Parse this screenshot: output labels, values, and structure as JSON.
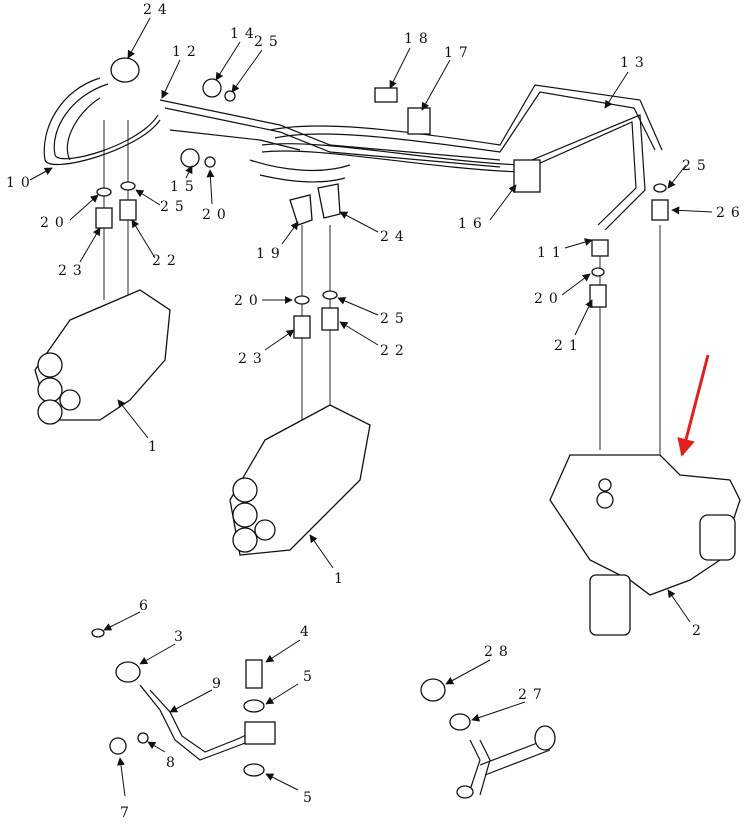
{
  "diagram": {
    "labels": [
      "24",
      "12",
      "14",
      "25",
      "18",
      "17",
      "13",
      "10",
      "15",
      "20",
      "25",
      "20",
      "23",
      "22",
      "16",
      "25",
      "26",
      "19",
      "24",
      "11",
      "20",
      "25",
      "23",
      "22",
      "20",
      "21",
      "1",
      "1",
      "2",
      "6",
      "3",
      "4",
      "9",
      "5",
      "28",
      "27",
      "8",
      "7",
      "5"
    ],
    "highlight_color": "#e02020"
  }
}
